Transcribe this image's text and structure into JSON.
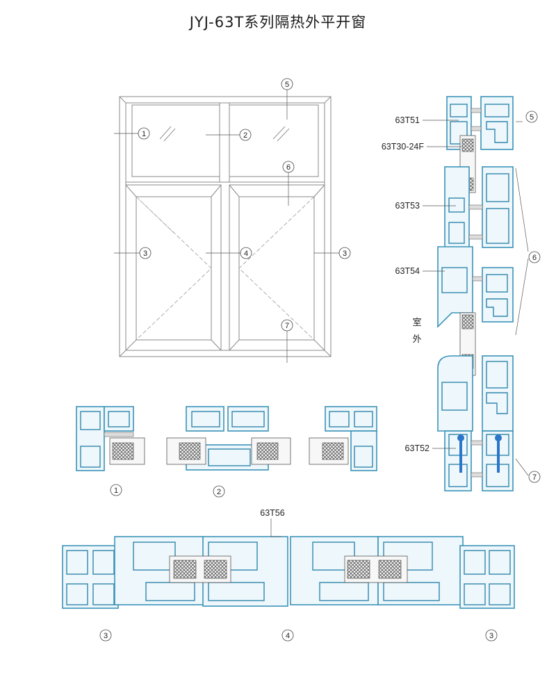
{
  "title": "JYJ-63T系列隔热外平开窗",
  "window_callouts": [
    "1",
    "2",
    "3",
    "3",
    "4",
    "5",
    "6",
    "7"
  ],
  "section_labels": {
    "t51": "63T51",
    "t30": "63T30-24F",
    "t53": "63T53",
    "t54": "63T54",
    "t52": "63T52",
    "t56": "63T56"
  },
  "right_callouts": [
    "5",
    "6",
    "7"
  ],
  "interior_label": [
    "室",
    "外"
  ],
  "detail_callouts": [
    "1",
    "2"
  ],
  "bottom_callouts": [
    "3",
    "4",
    "3"
  ],
  "colors": {
    "profile_stroke": "#3a93b8",
    "profile_fill": "#eef7fb",
    "frame_line": "#8a8a8a",
    "gasket": "#555555"
  }
}
